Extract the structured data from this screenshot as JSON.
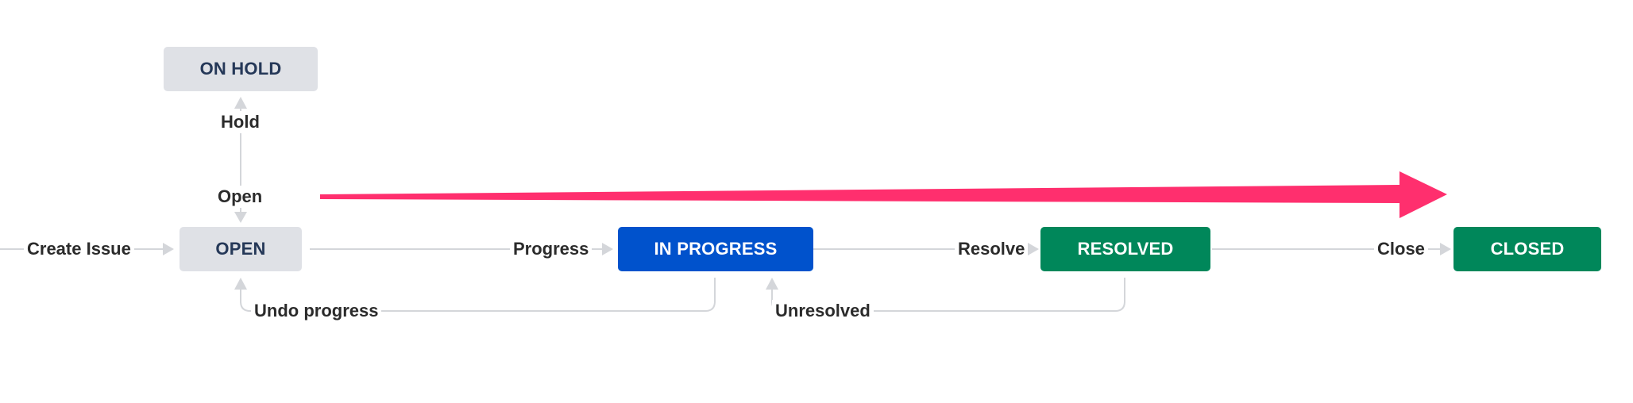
{
  "statuses": {
    "on_hold": "ON HOLD",
    "open": "OPEN",
    "in_progress": "IN PROGRESS",
    "resolved": "RESOLVED",
    "closed": "CLOSED"
  },
  "transitions": {
    "create_issue": "Create Issue",
    "hold": "Hold",
    "open": "Open",
    "progress": "Progress",
    "undo_progress": "Undo progress",
    "resolve": "Resolve",
    "unresolved": "Unresolved",
    "close": "Close"
  },
  "colors": {
    "todo_bg": "#dfe1e6",
    "todo_text": "#253858",
    "in_progress_bg": "#0052cc",
    "done_bg": "#00875a",
    "connector": "#d4d6da",
    "annotation_arrow": "#ff2f6e"
  }
}
